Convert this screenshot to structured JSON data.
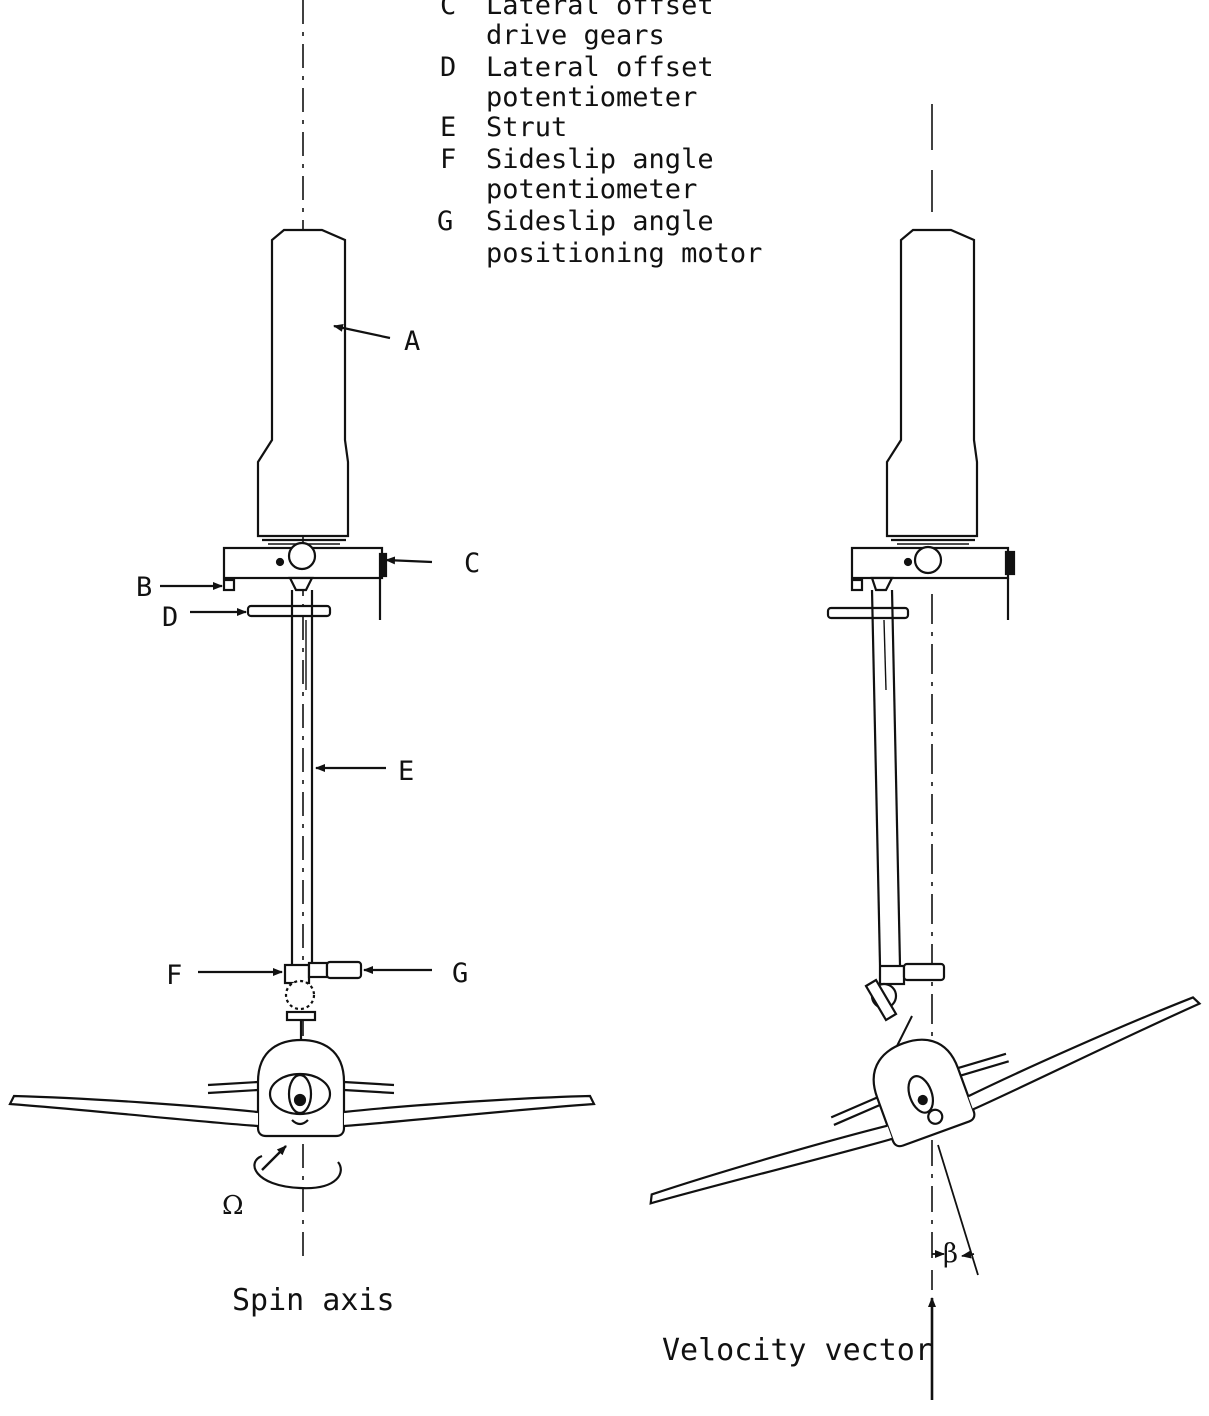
{
  "legend": {
    "items": [
      {
        "letter": "C",
        "lines": [
          "Lateral offset",
          "drive gears"
        ]
      },
      {
        "letter": "D",
        "lines": [
          "Lateral offset",
          "potentiometer"
        ]
      },
      {
        "letter": "E",
        "lines": [
          "Strut"
        ]
      },
      {
        "letter": "F",
        "lines": [
          "Sideslip angle",
          "potentiometer"
        ]
      },
      {
        "letter": "G",
        "lines": [
          "Sideslip angle",
          "positioning motor"
        ]
      }
    ]
  },
  "left_view": {
    "callouts": {
      "A": "A",
      "B": "B",
      "C": "C",
      "D": "D",
      "E": "E",
      "F": "F",
      "G": "G"
    },
    "spin_symbol": "Ω",
    "caption": "Spin axis"
  },
  "right_view": {
    "angle_symbol": "β",
    "caption": "Velocity vector"
  },
  "colors": {
    "ink": "#111111",
    "background": "#ffffff"
  }
}
